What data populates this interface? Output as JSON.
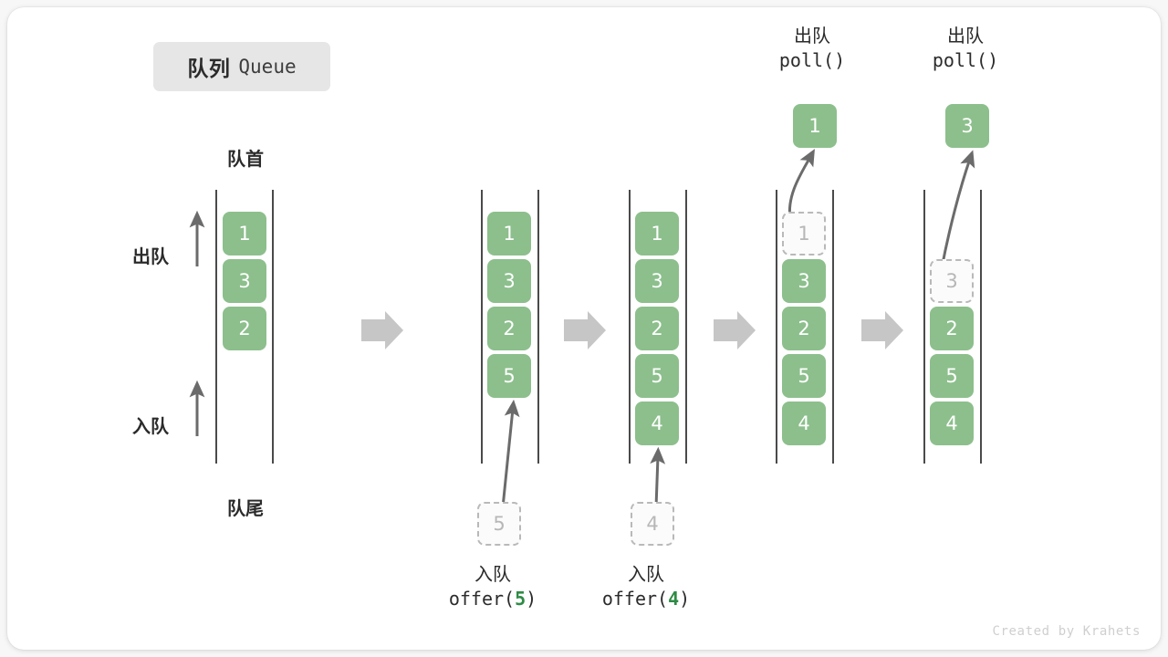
{
  "title": {
    "cn": "队列",
    "en": "Queue"
  },
  "footer": "Created by Krahets",
  "labels": {
    "front": "队首",
    "rear": "队尾",
    "dequeue": "出队",
    "enqueue": "入队"
  },
  "colors": {
    "cell_fill": "#8cbf8c",
    "cell_text": "#ffffff",
    "ghost_border": "#b9b9b9",
    "ghost_text": "#b7b7b7",
    "rail": "#4a4a4a",
    "arrow": "#6b6b6b",
    "step_arrow": "#c6c6c6",
    "accent_number": "#2e8b45",
    "chip_bg": "#e6e6e6"
  },
  "steps": [
    {
      "name": "initial",
      "cells": [
        "1",
        "3",
        "2"
      ],
      "ghost_index": -1,
      "side_labels": {
        "top": "队首",
        "bottom": "队尾"
      },
      "axis_labels": [
        "出队",
        "入队"
      ],
      "op": null,
      "popped": null,
      "incoming": null
    },
    {
      "name": "after-offer-5",
      "cells": [
        "1",
        "3",
        "2",
        "5"
      ],
      "ghost_index": -1,
      "op": {
        "cn": "入队",
        "code_prefix": "offer(",
        "code_value": "5",
        "code_suffix": ")"
      },
      "incoming": "5",
      "popped": null
    },
    {
      "name": "after-offer-4",
      "cells": [
        "1",
        "3",
        "2",
        "5",
        "4"
      ],
      "ghost_index": -1,
      "op": {
        "cn": "入队",
        "code_prefix": "offer(",
        "code_value": "4",
        "code_suffix": ")"
      },
      "incoming": "4",
      "popped": null
    },
    {
      "name": "poll-1",
      "cells": [
        "1",
        "3",
        "2",
        "5",
        "4"
      ],
      "ghost_index": 0,
      "op": {
        "cn": "出队",
        "code_prefix": "poll(",
        "code_value": "",
        "code_suffix": ")"
      },
      "popped": "1",
      "incoming": null
    },
    {
      "name": "poll-3",
      "cells": [
        "",
        "3",
        "2",
        "5",
        "4"
      ],
      "ghost_index": 1,
      "op": {
        "cn": "出队",
        "code_prefix": "poll(",
        "code_value": "",
        "code_suffix": ")"
      },
      "popped": "3",
      "incoming": null
    }
  ]
}
